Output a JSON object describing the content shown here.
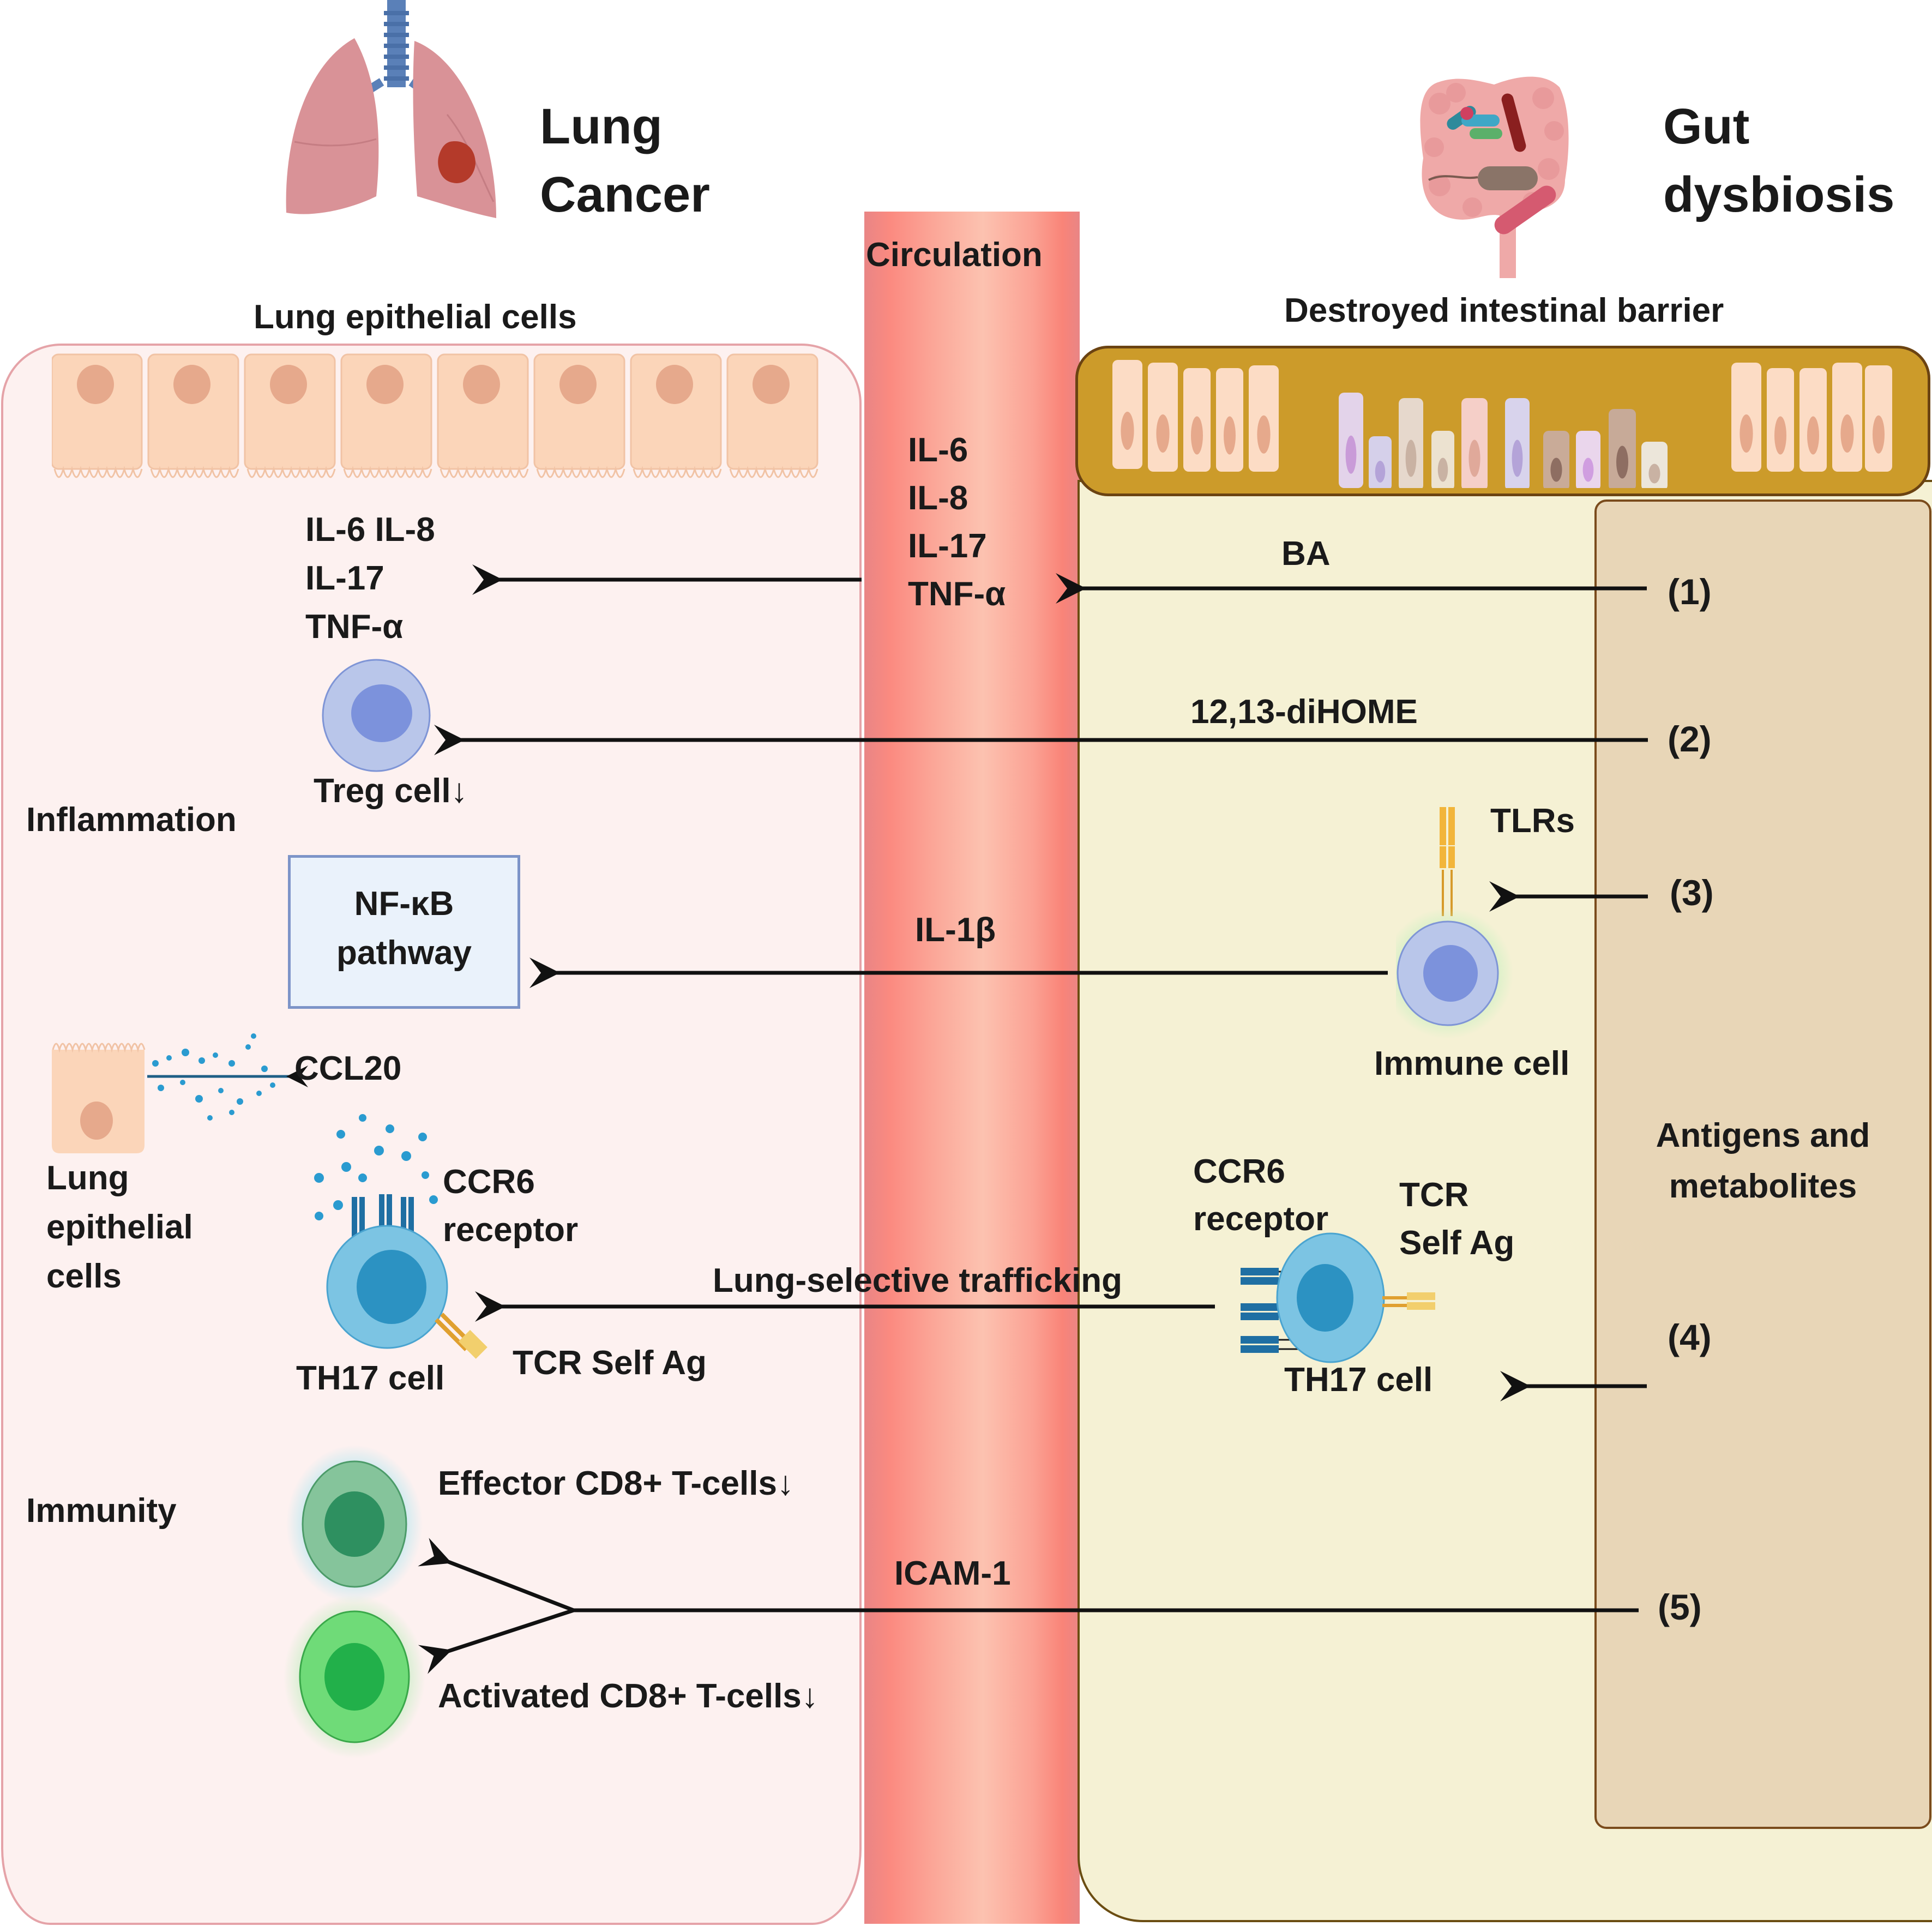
{
  "title_lung": [
    "Lung",
    "Cancer"
  ],
  "title_gut": [
    "Gut",
    "dysbiosis"
  ],
  "lung_panel": {
    "header": "Lung epithelial cells",
    "cytokines": [
      "IL-6 IL-8",
      "IL-17",
      "TNF-α"
    ],
    "treg_label": "Treg cell↓",
    "inflammation_label": "Inflammation",
    "nfkb_label": [
      "NF-κB",
      "pathway"
    ],
    "ccl20_label": "CCL20",
    "epithelial_cell_label": [
      "Lung",
      "epithelial",
      "cells"
    ],
    "ccr6_label": [
      "CCR6",
      "receptor"
    ],
    "th17_label": "TH17 cell",
    "tcr_label": "TCR  Self Ag",
    "immunity_label": "Immunity",
    "effector_label": "Effector CD8+ T-cells↓",
    "activated_label": "Activated CD8+ T-cells↓"
  },
  "circulation": {
    "label": "Circulation",
    "cytokines": [
      "IL-6",
      "IL-8",
      "IL-17",
      "TNF-α"
    ],
    "il1b_label": "IL-1β",
    "icam_label": "ICAM-1"
  },
  "gut_panel": {
    "header": "Destroyed intestinal barrier",
    "ba_label": "BA",
    "dihome_label": "12,13-diHOME",
    "tlrs_label": "TLRs",
    "immune_cell_label": "Immune cell",
    "ccr6_label": [
      "CCR6",
      "receptor"
    ],
    "tcr_label": [
      "TCR",
      "Self Ag"
    ],
    "trafficking_label": "Lung-selective trafficking",
    "th17_label": "TH17 cell",
    "antigens_label": [
      "Antigens and",
      "metabolites"
    ]
  },
  "pathway_markers": [
    "(1)",
    "(2)",
    "(3)",
    "(4)",
    "(5)"
  ],
  "colors": {
    "lung_panel_bg": "#fdf1f0",
    "circulation": "#fb8a80",
    "gut_panel_bg": "#f5f1d4",
    "gut_barrier": "#cc9b2a",
    "antigen_panel_bg": "#e8d6b7",
    "treg_cell": "#b9c6ea",
    "th17_cell": "#7cc4e3",
    "effector_cd8": "#7fbf96",
    "activated_cd8": "#6fdb78"
  }
}
